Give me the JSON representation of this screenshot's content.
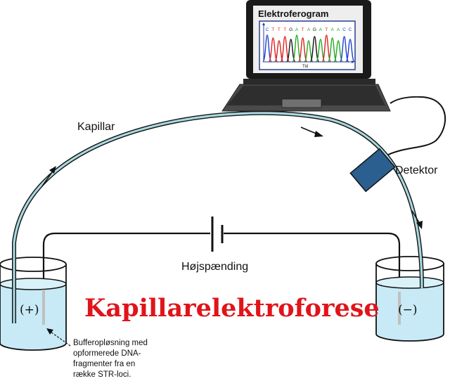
{
  "labels": {
    "capillary": "Kapillar",
    "detector": "Detektor",
    "high_voltage": "Højspænding",
    "anode": "(+)",
    "cathode": "(−)",
    "title": "Kapillarelektroforese",
    "buffer_lines": [
      "Bufferopløsning med",
      "opformerede DNA-",
      "fragmenter fra en",
      "række STR-loci."
    ]
  },
  "screen": {
    "title": "Elektroferogram",
    "sequence": [
      "C",
      "T",
      "T",
      "T",
      "G",
      "A",
      "T",
      "A",
      "G",
      "A",
      "T",
      "A",
      "A",
      "C",
      "C"
    ],
    "xlabel": "Tid"
  },
  "colors": {
    "title_red": "#e0141a",
    "water": "#c8eaf6",
    "capillary": "#a8d8e0",
    "detector": "#2b5f8f",
    "base_A": "#22aa22",
    "base_C": "#1f3fd0",
    "base_G": "#111111",
    "base_T": "#e02020"
  }
}
